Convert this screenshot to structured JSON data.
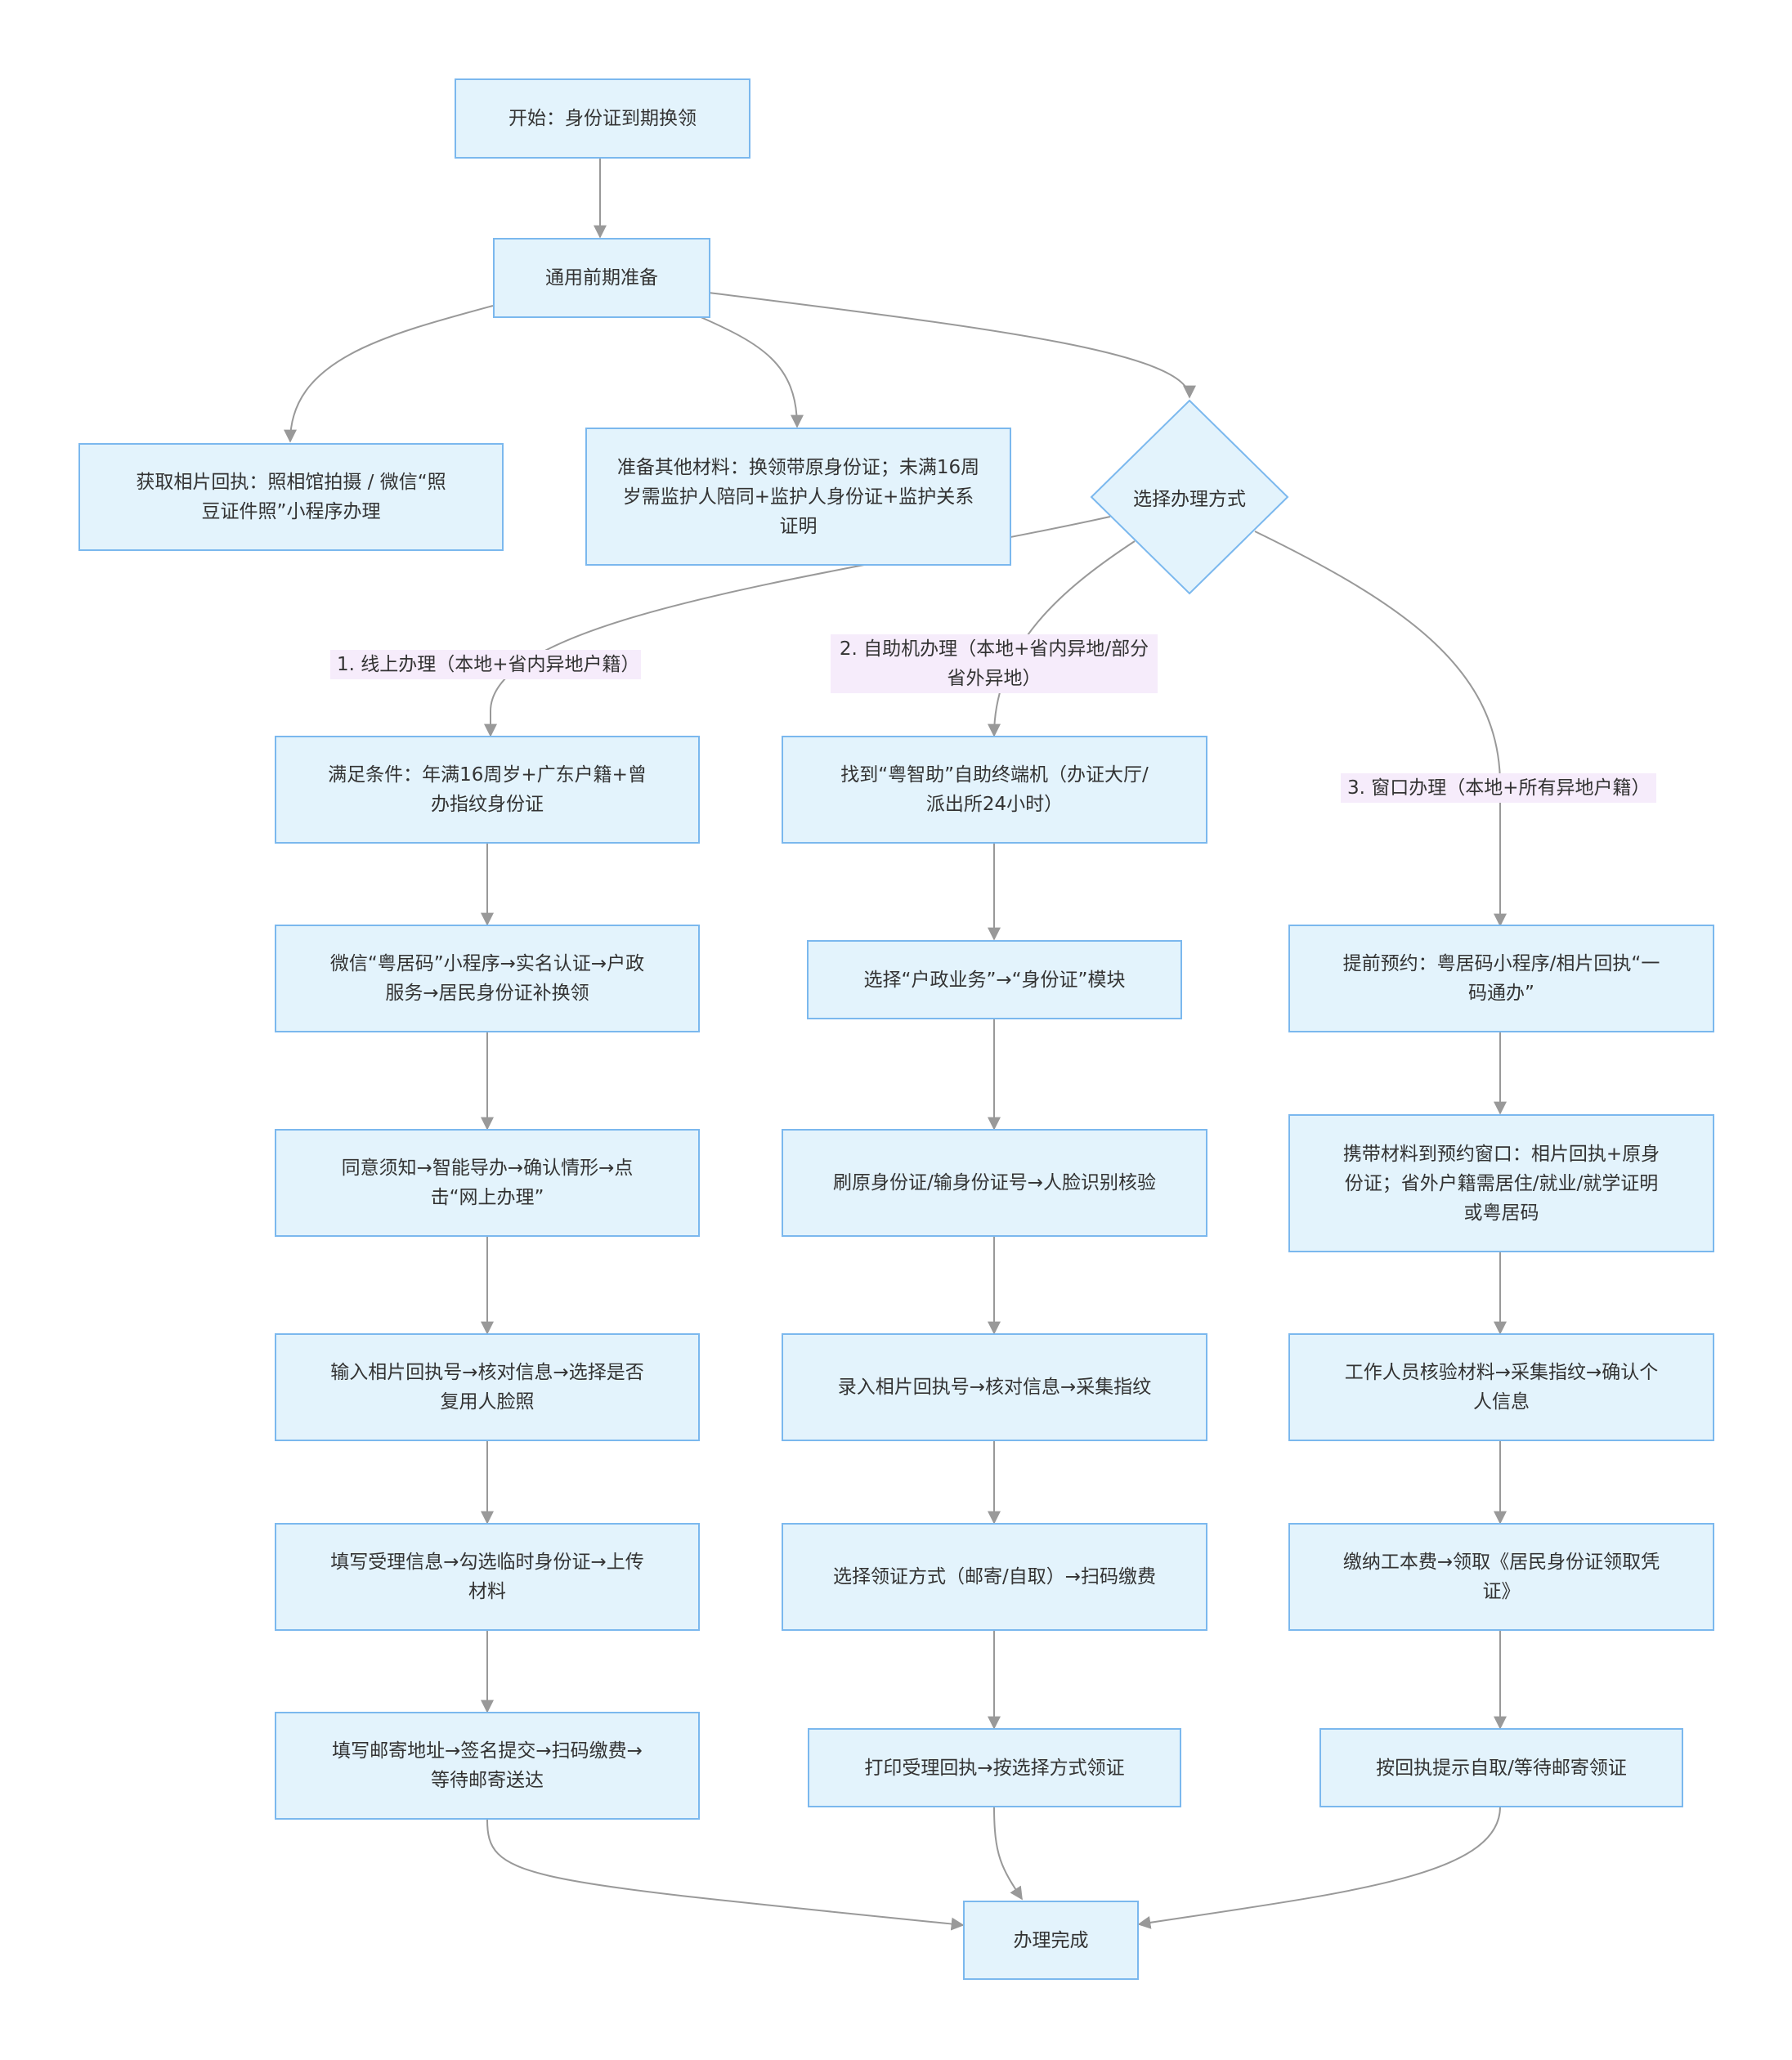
{
  "nodes": {
    "start": "开始：身份证到期换领",
    "prep": "通用前期准备",
    "photo": "获取相片回执：照相馆拍摄 / 微信“照豆证件照”小程序办理",
    "materials": "准备其他材料：换领带原身份证；未满16周岁需监护人陪同+监护人身份证+监护关系证明",
    "choose": "选择办理方式",
    "online1": "满足条件：年满16周岁+广东户籍+曾办指纹身份证",
    "online2": "微信“粤居码”小程序→实名认证→户政服务→居民身份证补换领",
    "online3": "同意须知→智能导办→确认情形→点击“网上办理”",
    "online4": "输入相片回执号→核对信息→选择是否复用人脸照",
    "online5": "填写受理信息→勾选临时身份证→上传材料",
    "online6": "填写邮寄地址→签名提交→扫码缴费→等待邮寄送达",
    "kiosk1": "找到“粤智助”自助终端机（办证大厅/派出所24小时）",
    "kiosk2": "选择“户政业务”→“身份证”模块",
    "kiosk3": "刷原身份证/输身份证号→人脸识别核验",
    "kiosk4": "录入相片回执号→核对信息→采集指纹",
    "kiosk5": "选择领证方式（邮寄/自取）→扫码缴费",
    "kiosk6": "打印受理回执→按选择方式领证",
    "window1": "提前预约：粤居码小程序/相片回执“一码通办”",
    "window2": "携带材料到预约窗口：相片回执+原身份证；省外户籍需居住/就业/就学证明或粤居码",
    "window3": "工作人员核验材料→采集指纹→确认个人信息",
    "window4": "缴纳工本费→领取《居民身份证领取凭证》",
    "window5": "按回执提示自取/等待邮寄领证",
    "done": "办理完成"
  },
  "edge_labels": {
    "online": "1. 线上办理（本地+省内异地户籍）",
    "kiosk": "2. 自助机办理（本地+省内异地/部分省外异地）",
    "window": "3. 窗口办理（本地+所有异地户籍）"
  },
  "colors": {
    "node_fill": "#e3f3fc",
    "node_border": "#7bb8ee",
    "edge": "#999999",
    "label_bg": "#f6ecfb",
    "text": "#333333"
  }
}
